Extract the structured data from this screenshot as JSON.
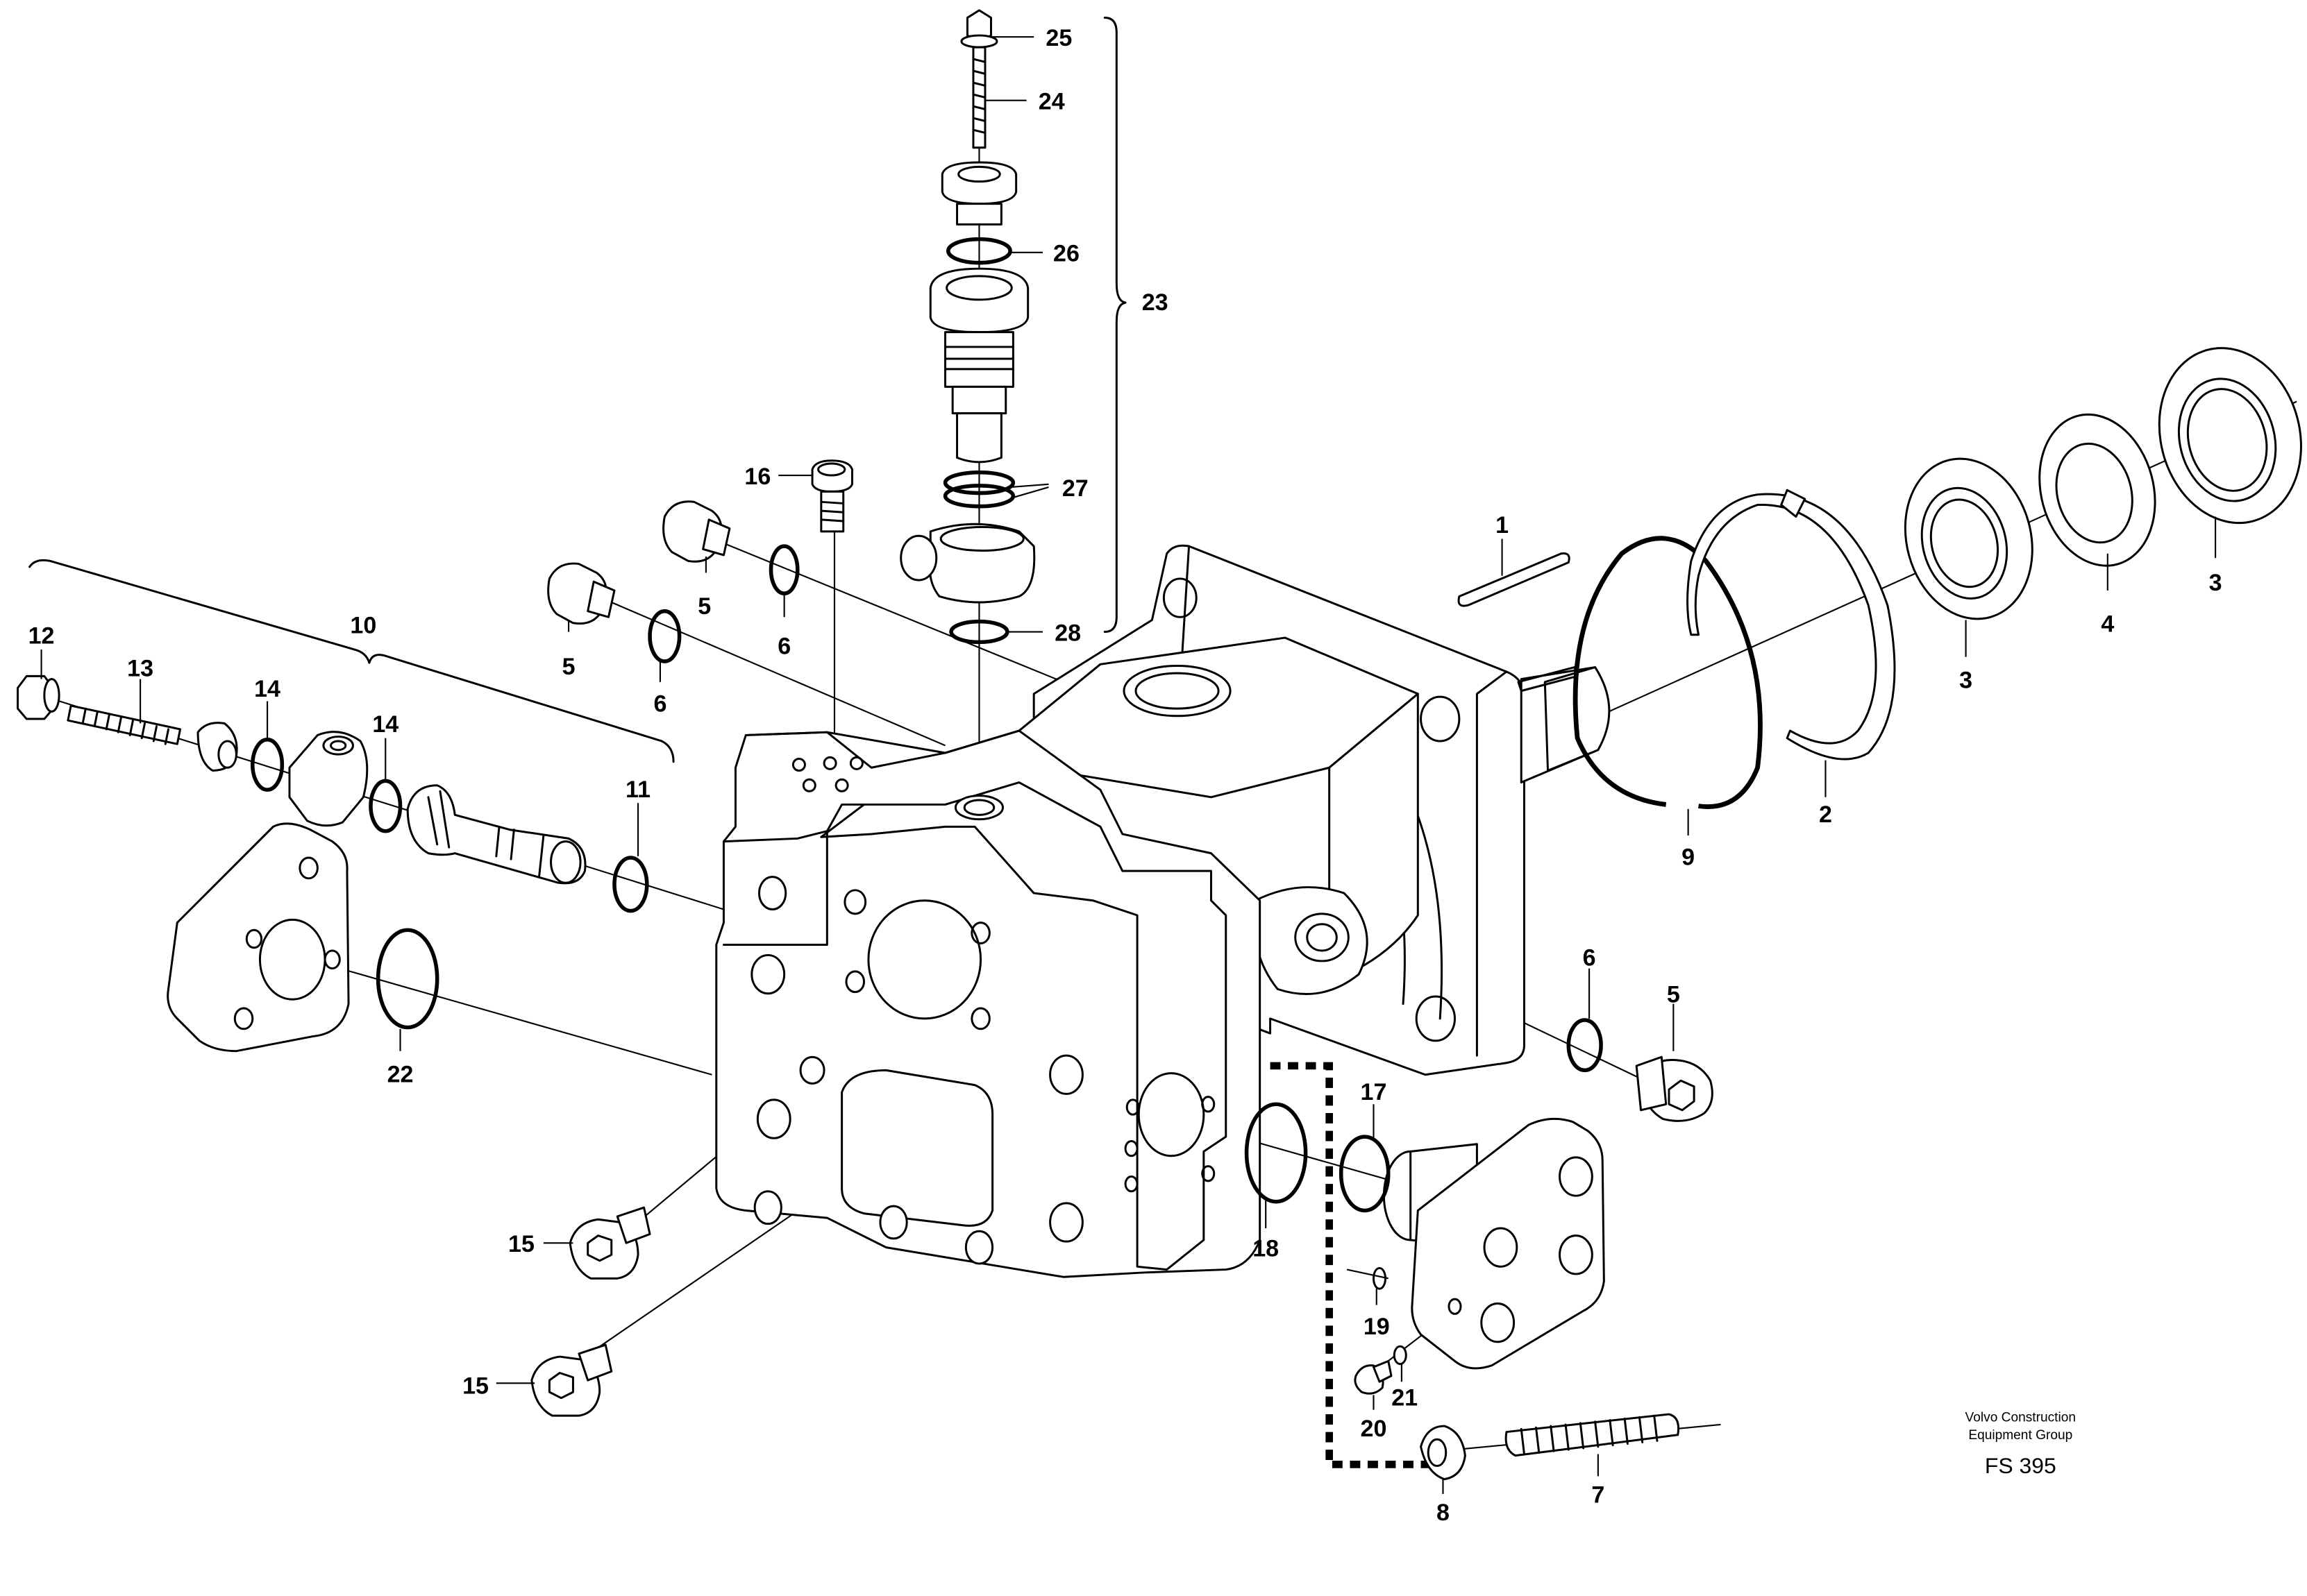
{
  "parts": {
    "p1": "1",
    "p2": "2",
    "p3a": "3",
    "p3b": "3",
    "p4": "4",
    "p5a": "5",
    "p5b": "5",
    "p5c": "5",
    "p6a": "6",
    "p6b": "6",
    "p6c": "6",
    "p7": "7",
    "p8": "8",
    "p9": "9",
    "p10": "10",
    "p11": "11",
    "p12": "12",
    "p13": "13",
    "p14a": "14",
    "p14b": "14",
    "p15a": "15",
    "p15b": "15",
    "p16": "16",
    "p17": "17",
    "p18": "18",
    "p19": "19",
    "p20": "20",
    "p21": "21",
    "p22": "22",
    "p23": "23",
    "p24": "24",
    "p25": "25",
    "p26": "26",
    "p27": "27",
    "p28": "28"
  },
  "footer": {
    "brand_line1": "Volvo Construction",
    "brand_line2": "Equipment Group",
    "figure_code": "FS 395"
  }
}
